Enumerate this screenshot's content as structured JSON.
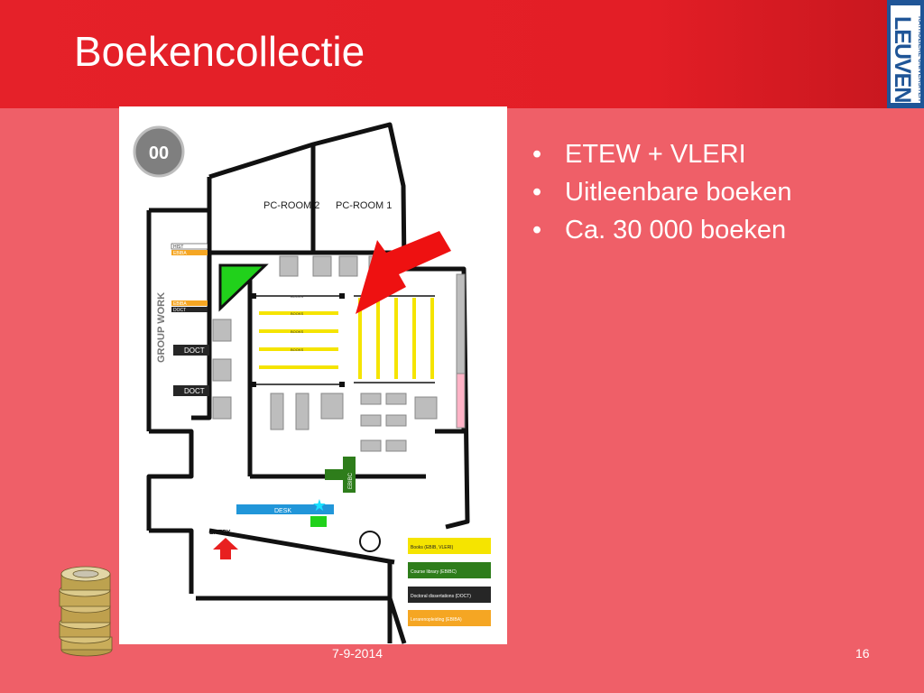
{
  "slide": {
    "title": "Boekencollectie",
    "date": "7-9-2014",
    "page_number": "16"
  },
  "logo": {
    "small_text": "KATHOLIEKE UNIVERSITEIT",
    "big_text": "LEUVEN"
  },
  "bullets": [
    "ETEW + VLERI",
    "Uitleenbare boeken",
    "Ca. 30 000 boeken"
  ],
  "floorplan": {
    "floor_badge": "00",
    "rooms": [
      "PC-ROOM 2",
      "PC-ROOM 1"
    ],
    "group_work": "GROUP WORK",
    "shelf_tags": [
      "HIST",
      "EBIBA",
      "EBIBA",
      "DOCT"
    ],
    "doct_labels": [
      "DOCT",
      "DOCT"
    ],
    "books_label": "BOOKS",
    "ebibc_label": "EBIBC",
    "desk_label": "DESK",
    "entry_label": "ENTRY",
    "legend": [
      {
        "label": "Books (EBIB, VLERI)",
        "color": "#f5e400"
      },
      {
        "label": "Course library (EBIBC)",
        "color": "#2e7d1b"
      },
      {
        "label": "Doctoral dissertations (DOCT)",
        "color": "#262626"
      },
      {
        "label": "Lerarenopleiding (EBIBA)",
        "color": "#f5a623"
      }
    ]
  }
}
